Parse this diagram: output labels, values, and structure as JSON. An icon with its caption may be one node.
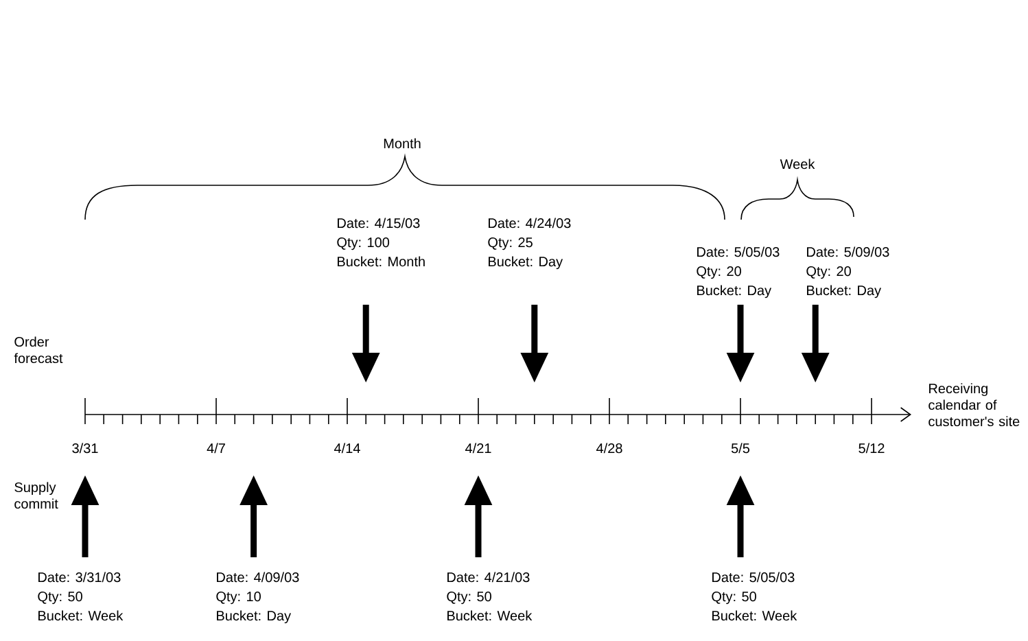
{
  "diagram": {
    "labels": [
      "Month",
      "Week",
      "Date: 4/15/03",
      "Qty: 100",
      "Bucket: Month",
      "Date: 4/24/03",
      "Qty: 25",
      "Bucket: Day",
      "Date: 5/05/03",
      "Qty: 20",
      "Bucket: Day",
      "Date: 5/09/03",
      "Qty: 20",
      "Bucket: Day",
      "Order forecast",
      "Receiving calendar of customer's site",
      "3/31",
      "4/7",
      "4/14",
      "4/21",
      "4/28",
      "5/5",
      "5/12",
      "Supply commit",
      "Date: 3/31/03",
      "Qty: 50",
      "Bucket: Week",
      "Date: 4/09/03",
      "Qty: 10",
      "Bucket: Day",
      "Date: 4/21/03",
      "Qty: 50",
      "Bucket: Week",
      "Date: 5/05/03",
      "Qty: 50",
      "Bucket: Week"
    ]
  }
}
